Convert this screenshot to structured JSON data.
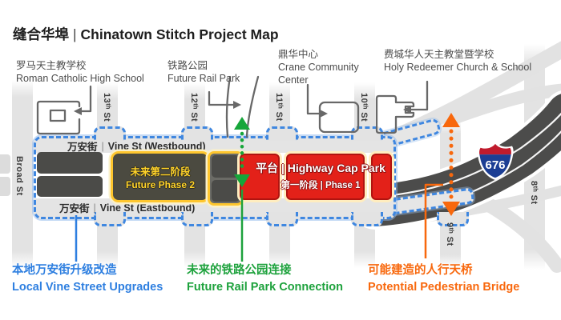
{
  "title": {
    "zh": "缝合华埠",
    "divider": "|",
    "en": "Chinatown Stitch Project Map"
  },
  "landmarks": [
    {
      "zh": "罗马天主教学校",
      "en": "Roman Catholic High School"
    },
    {
      "zh": "铁路公园",
      "en": "Future Rail Park"
    },
    {
      "zh": "鼎华中心",
      "en": "Crane Community Center"
    },
    {
      "zh": "费城华人天主教堂暨学校",
      "en": "Holy Redeemer Church & School"
    }
  ],
  "streets": {
    "broad": "Broad St",
    "s13": "13ᵗʰ St",
    "s12": "12ᵗʰ St",
    "s11": "11ᵗʰ St",
    "s10": "10ᵗʰ St",
    "s9": "9ᵗʰ St",
    "s8": "8ᵗʰ St"
  },
  "vine": {
    "west_zh": "万安街",
    "west_en": "Vine St (Westbound)",
    "divider": "|",
    "east_zh": "万安街",
    "east_en": "Vine St (Eastbound)"
  },
  "phase2": {
    "zh": "未来第二阶段",
    "en": "Future Phase 2"
  },
  "phase1": {
    "line1": "平台 | Highway Cap Park",
    "line2": "第一阶段 | Phase 1"
  },
  "shield": {
    "number": "676"
  },
  "legend": [
    {
      "zh": "本地万安街升级改造",
      "en": "Local Vine Street Upgrades",
      "color": "#2e7fe0"
    },
    {
      "zh": "未来的铁路公园连接",
      "en": "Future Rail Park Connection",
      "color": "#1ea23d"
    },
    {
      "zh": "可能建造的人行天桥",
      "en": "Potential Pedestrian Bridge",
      "color": "#f8680d"
    }
  ],
  "colors": {
    "corridor_dash": "#3f87e0",
    "phase2_border": "#fec62e",
    "phase1_fill": "#e32119",
    "highway": "#4c4c4b",
    "shield_red": "#c01b2d",
    "shield_blue": "#1c3e94"
  }
}
